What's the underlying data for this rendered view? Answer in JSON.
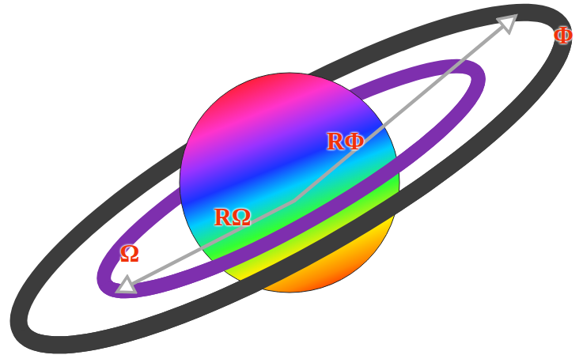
{
  "diagram": {
    "labels": [
      "Ω",
      "RΩ",
      "RΦ",
      "Φ"
    ]
  }
}
